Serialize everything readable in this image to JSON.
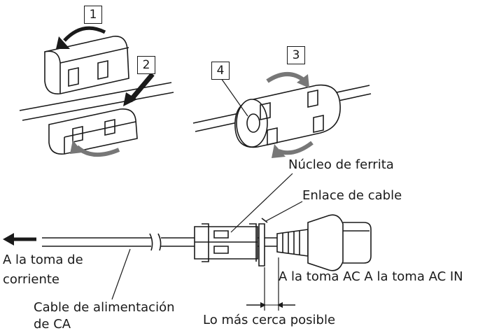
{
  "steps": {
    "step1": "1",
    "step2": "2",
    "step3": "3",
    "step4": "4"
  },
  "labels": {
    "ferrite_core": "Núcleo de ferrita",
    "cable_tie": "Enlace de cable",
    "to_outlet_line1": "A la toma de",
    "to_outlet_line2": "corriente",
    "ac_in": "A la toma AC A la toma AC IN",
    "ac_cable_line1": "Cable de alimentación",
    "ac_cable_line2": "de CA",
    "as_close": "Lo más cerca posible"
  }
}
